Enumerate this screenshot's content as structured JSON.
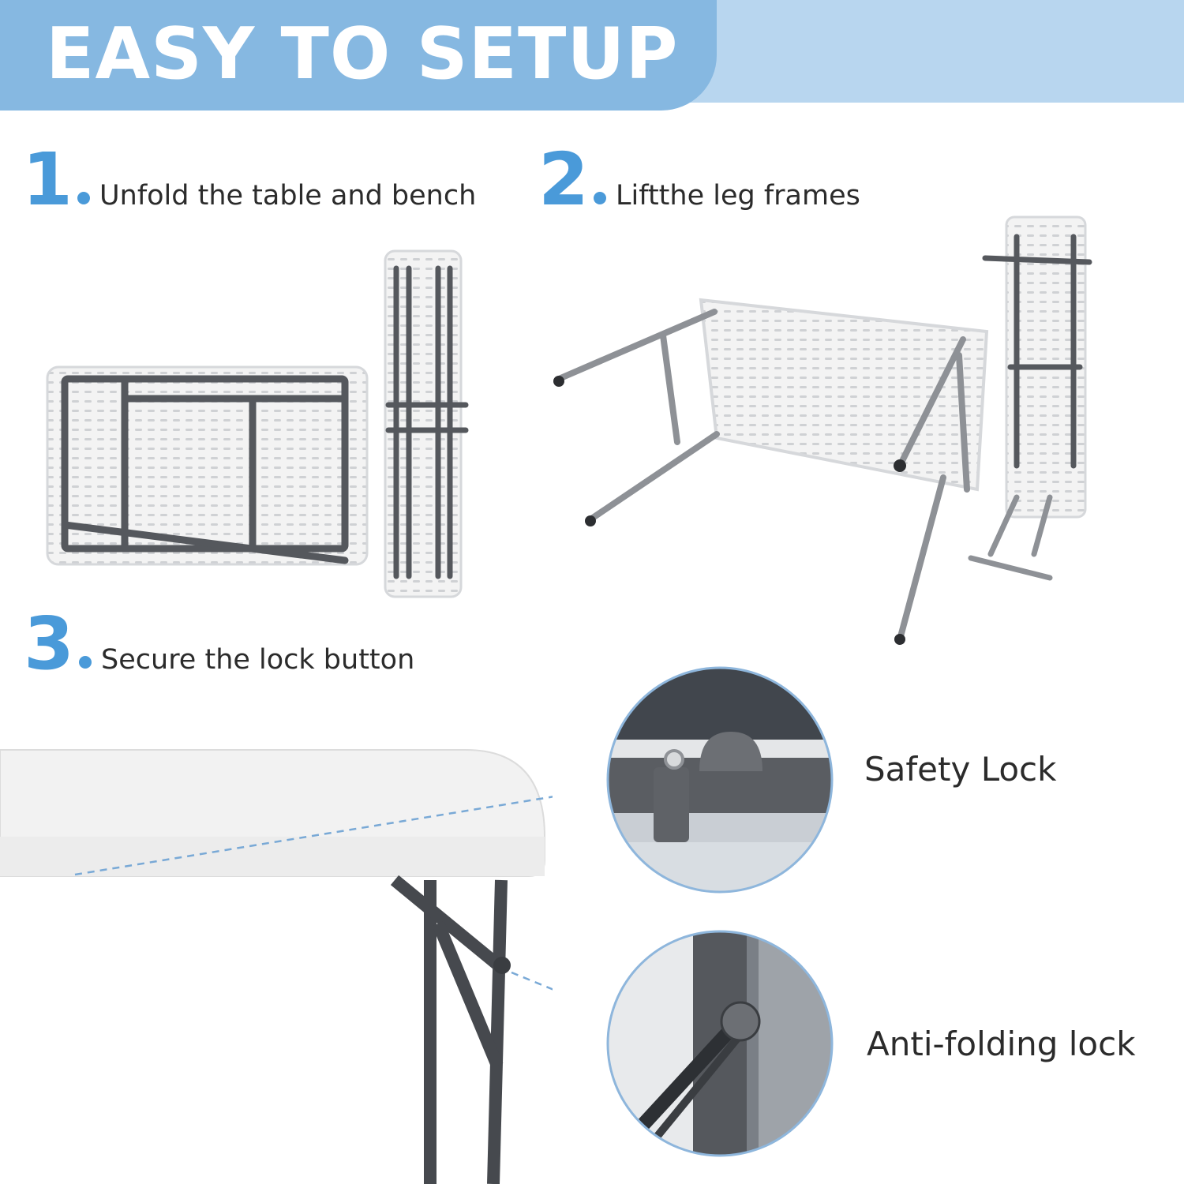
{
  "header": {
    "title": "EASY TO SETUP"
  },
  "steps": [
    {
      "number": "1",
      "text": "Unfold the table and bench"
    },
    {
      "number": "2",
      "text": "Liftthe leg frames"
    },
    {
      "number": "3",
      "text": "Secure the lock button"
    }
  ],
  "callouts": {
    "safety_lock": "Safety Lock",
    "anti_folding_lock": "Anti-folding lock"
  },
  "colors": {
    "accent_blue": "#4a9ad9",
    "banner_dark": "#86b8e1",
    "banner_light": "#b8d6ef",
    "metal_dark": "#4a4d52",
    "metal_light": "#9a9da3"
  }
}
